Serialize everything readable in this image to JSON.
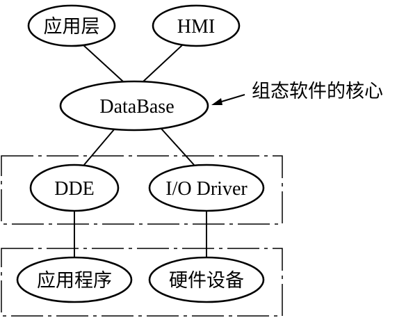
{
  "diagram": {
    "nodes": {
      "app_layer": "应用层",
      "hmi": "HMI",
      "database": "DataBase",
      "dde": "DDE",
      "io_driver": "I/O Driver",
      "app_program": "应用程序",
      "hardware": "硬件设备"
    },
    "annotation": "组态软件的核心"
  }
}
